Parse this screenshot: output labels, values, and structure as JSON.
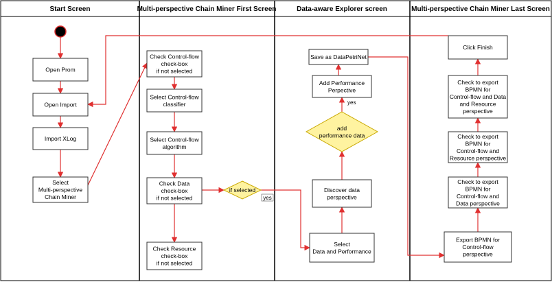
{
  "lanes": [
    {
      "title": "Start Screen"
    },
    {
      "title": "Multi-perspective Chain Miner First Screen"
    },
    {
      "title": "Data-aware Explorer screen"
    },
    {
      "title": "Multi-perspective Chain Miner Last Screen"
    }
  ],
  "nodes": {
    "open_prom": {
      "lines": [
        "Open Prom"
      ]
    },
    "open_import": {
      "lines": [
        "Open Import"
      ]
    },
    "import_xlog": {
      "lines": [
        "Import XLog"
      ]
    },
    "select_miner": {
      "lines": [
        "Select",
        "Multi-perspective",
        "Chain Miner"
      ]
    },
    "check_cf": {
      "lines": [
        "Check Control-flow",
        "check-box",
        "if not selected"
      ]
    },
    "select_cf_classifier": {
      "lines": [
        "Select Control-flow",
        "classifier"
      ]
    },
    "select_cf_algorithm": {
      "lines": [
        "Select Control-flow",
        "algorithm"
      ]
    },
    "check_data": {
      "lines": [
        "Check Data",
        "check-box",
        "if not selected"
      ]
    },
    "if_selected": {
      "lines": [
        "if selected"
      ]
    },
    "check_resource": {
      "lines": [
        "Check Resource",
        "check-box",
        "if not selected"
      ]
    },
    "save_datapetrinet": {
      "lines": [
        "Save as DataPetriNet"
      ]
    },
    "add_perf_perspective": {
      "lines": [
        "Add Performance",
        "Perpective"
      ]
    },
    "add_perf_data": {
      "lines": [
        "add",
        "performance data"
      ]
    },
    "discover_data": {
      "lines": [
        "Discover data",
        "perspective"
      ]
    },
    "select_data_perf": {
      "lines": [
        "Select",
        "Data and Performance"
      ]
    },
    "click_finish": {
      "lines": [
        "Click Finish"
      ]
    },
    "export_cf_data_resource": {
      "lines": [
        "Check to export",
        "BPMN for",
        "Control-flow and Data",
        "and Resource",
        "perspective"
      ]
    },
    "export_cf_resource": {
      "lines": [
        "Check to export",
        "BPMN for",
        "Control-flow and",
        "Resource perspective"
      ]
    },
    "export_cf_data": {
      "lines": [
        "Check to export",
        "BPMN for",
        "Control-flow and",
        "Data perspective"
      ]
    },
    "export_cf": {
      "lines": [
        "Export BPMN for",
        "Control-flow",
        "perspective"
      ]
    }
  },
  "edge_labels": {
    "yes_if_selected": "yes",
    "yes_perf": "yes"
  },
  "colors": {
    "edge": "#e03030",
    "box_fill": "#ffffff",
    "box_stroke": "#333333",
    "decision_fill": "#fff3a0",
    "decision_stroke": "#c9a800",
    "start_fill": "#000000",
    "start_stroke": "#e03030"
  }
}
